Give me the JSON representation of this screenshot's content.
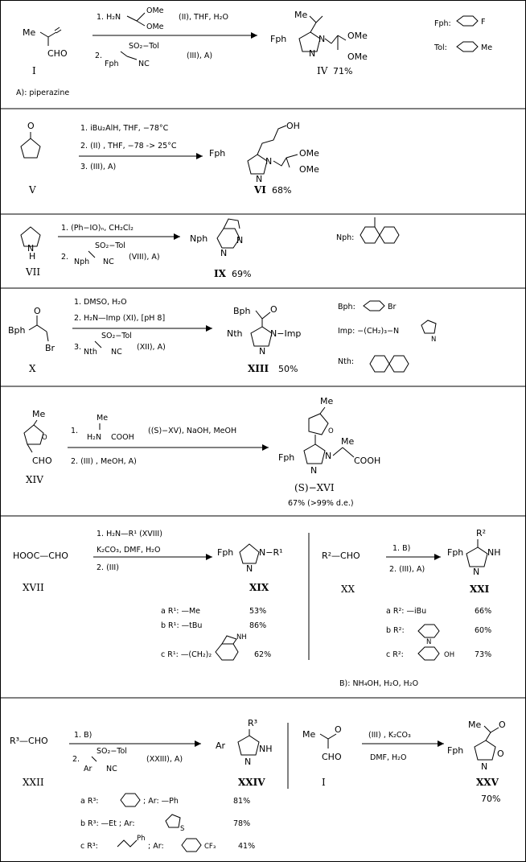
{
  "reactions": {
    "r1": {
      "sm_a": "Me",
      "sm_b": "CHO",
      "sm_label": "I",
      "cond1": "1. H₂N",
      "cond1_b": "OMe",
      "cond1_c": "OMe",
      "cond1_d": "(II), THF, H₂O",
      "cond2": "2.",
      "cond2_b": "SO₂−Tol",
      "cond2_c": "Fph",
      "cond2_d": "NC",
      "cond2_e": "(III), A)",
      "prod_a": "Me",
      "prod_b": "Fph",
      "prod_c": "N",
      "prod_d": "N",
      "prod_e": "OMe",
      "prod_f": "OMe",
      "prod_label": "IV",
      "prod_yield": "71%",
      "def_fph": "Fph:",
      "def_fph_sub": "F",
      "def_tol": "Tol:",
      "def_tol_sub": "Me",
      "note": "A): piperazine"
    },
    "r2": {
      "sm_o": "O",
      "sm_label": "V",
      "cond1": "1. iBu₂AlH,   THF,   −78°C",
      "cond2": "2. (II) , THF, −78 -> 25°C",
      "cond3": "3. (III), A)",
      "prod_a": "OH",
      "prod_b": "Fph",
      "prod_c": "N",
      "prod_d": "N",
      "prod_e": "OMe",
      "prod_f": "OMe",
      "prod_label": "VI",
      "prod_yield": "68%"
    },
    "r3": {
      "sm_n": "N",
      "sm_h": "H",
      "sm_label": "VII",
      "cond1": "1. (Ph−IO)ₙ, CH₂Cl₂",
      "cond2": "2.",
      "cond2_b": "SO₂−Tol",
      "cond2_c": "Nph",
      "cond2_d": "NC",
      "cond2_e": "(VIII), A)",
      "prod_a": "Nph",
      "prod_b": "N",
      "prod_c": "N",
      "prod_label": "IX",
      "prod_yield": "69%",
      "def_nph": "Nph:"
    },
    "r4": {
      "sm_a": "Bph",
      "sm_b": "O",
      "sm_c": "Br",
      "sm_label": "X",
      "cond1": "1. DMSO,   H₂O",
      "cond2": "2. H₂N—Imp   (XI), [pH 8]",
      "cond3": "3.",
      "cond3_b": "SO₂−Tol",
      "cond3_c": "Nth",
      "cond3_d": "NC",
      "cond3_e": "(XII), A)",
      "prod_a": "Bph",
      "prod_b": "O",
      "prod_c": "Nth",
      "prod_d": "N−Imp",
      "prod_e": "N",
      "prod_label": "XIII",
      "prod_yield": "50%",
      "def_bph": "Bph:",
      "def_bph_sub": "Br",
      "def_imp": "Imp: −(CH₂)₃−N",
      "def_imp_n": "N",
      "def_nth": "Nth:"
    },
    "r5": {
      "sm_a": "Me",
      "sm_b": "O",
      "sm_c": "CHO",
      "sm_label": "XIV",
      "cond1": "1.",
      "cond1_b": "Me",
      "cond1_c": "H₂N",
      "cond1_d": "COOH",
      "cond1_e": "((S)−XV),  NaOH, MeOH",
      "cond2": "2. (III) , MeOH, A)",
      "prod_a": "Me",
      "prod_b": "O",
      "prod_c": "Fph",
      "prod_d": "N",
      "prod_e": "Me",
      "prod_f": "COOH",
      "prod_g": "N",
      "prod_label": "(S)−XVI",
      "prod_yield": "67% (>99% d.e.)"
    },
    "r6": {
      "sm": "HOOC—CHO",
      "sm_label": "XVII",
      "cond1": "1. H₂N—R¹   (XVIII)",
      "cond2": "K₂CO₃,   DMF,  H₂O",
      "cond3": "2. (III)",
      "prod_a": "Fph",
      "prod_b": "N−R¹",
      "prod_c": "N",
      "prod_label": "XIX",
      "rows": [
        {
          "label": "a R¹: —Me",
          "yield": "53%"
        },
        {
          "label": "b R¹: —tBu",
          "yield": "86%"
        },
        {
          "label": "c R¹: —(CH₂)₂",
          "yield": "62%",
          "nh": "NH"
        }
      ]
    },
    "r7": {
      "sm": "R²—CHO",
      "sm_label": "XX",
      "cond1": "1. B)",
      "cond2": "2. (III), A)",
      "prod_a": "R²",
      "prod_b": "Fph",
      "prod_c": "NH",
      "prod_d": "N",
      "prod_label": "XXI",
      "rows": [
        {
          "label": "a R²: —iBu",
          "yield": "66%"
        },
        {
          "label": "b R²:",
          "yield": "60%",
          "ring": "N"
        },
        {
          "label": "c R²:",
          "yield": "73%",
          "ring": "OH"
        }
      ],
      "note": "B): NH₄OH,  H₂O,  H₂O"
    },
    "r8": {
      "sm": "R³—CHO",
      "sm_label": "XXII",
      "cond1": "1. B)",
      "cond2": "2.",
      "cond2_b": "SO₂−Tol",
      "cond2_c": "Ar",
      "cond2_d": "NC",
      "cond2_e": "(XXIII),  A)",
      "prod_a": "R³",
      "prod_b": "Ar",
      "prod_c": "NH",
      "prod_d": "N",
      "prod_label": "XXIV",
      "rows": [
        {
          "label": "a R³:",
          "mid": "; Ar: —Ph",
          "yield": "81%"
        },
        {
          "label": "b R³: —Et ; Ar:",
          "yield": "78%",
          "ring": "S"
        },
        {
          "label": "c R³:",
          "mid": "; Ar:",
          "ph": "Ph",
          "yield": "41%",
          "ring": "CF₃"
        }
      ]
    },
    "r9": {
      "sm_a": "Me",
      "sm_b": "O",
      "sm_c": "CHO",
      "sm_label": "I",
      "cond1": "(III) , K₂CO₃",
      "cond2": "DMF,   H₂O",
      "prod_a": "Me",
      "prod_b": "O",
      "prod_c": "Fph",
      "prod_d": "O",
      "prod_e": "N",
      "prod_label": "XXV",
      "prod_yield": "70%"
    }
  }
}
